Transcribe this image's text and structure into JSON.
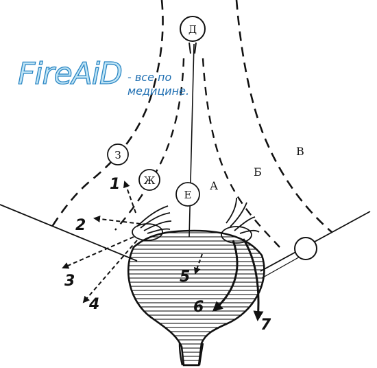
{
  "watermark": {
    "brand": "FireAiD",
    "tagline": "- все по медицине."
  },
  "regions": {
    "a": "А",
    "b": "Б",
    "v": "В"
  },
  "nodes": {
    "d": "Д",
    "e": "Е",
    "zh": "Ж",
    "z": "З"
  },
  "paths": [
    "1",
    "2",
    "3",
    "4",
    "5",
    "6",
    "7"
  ],
  "colors": {
    "ink": "#111111",
    "logo_fill": "#bfe4f5",
    "logo_stroke": "#2a86c4",
    "tagline": "#1f6fb2"
  }
}
